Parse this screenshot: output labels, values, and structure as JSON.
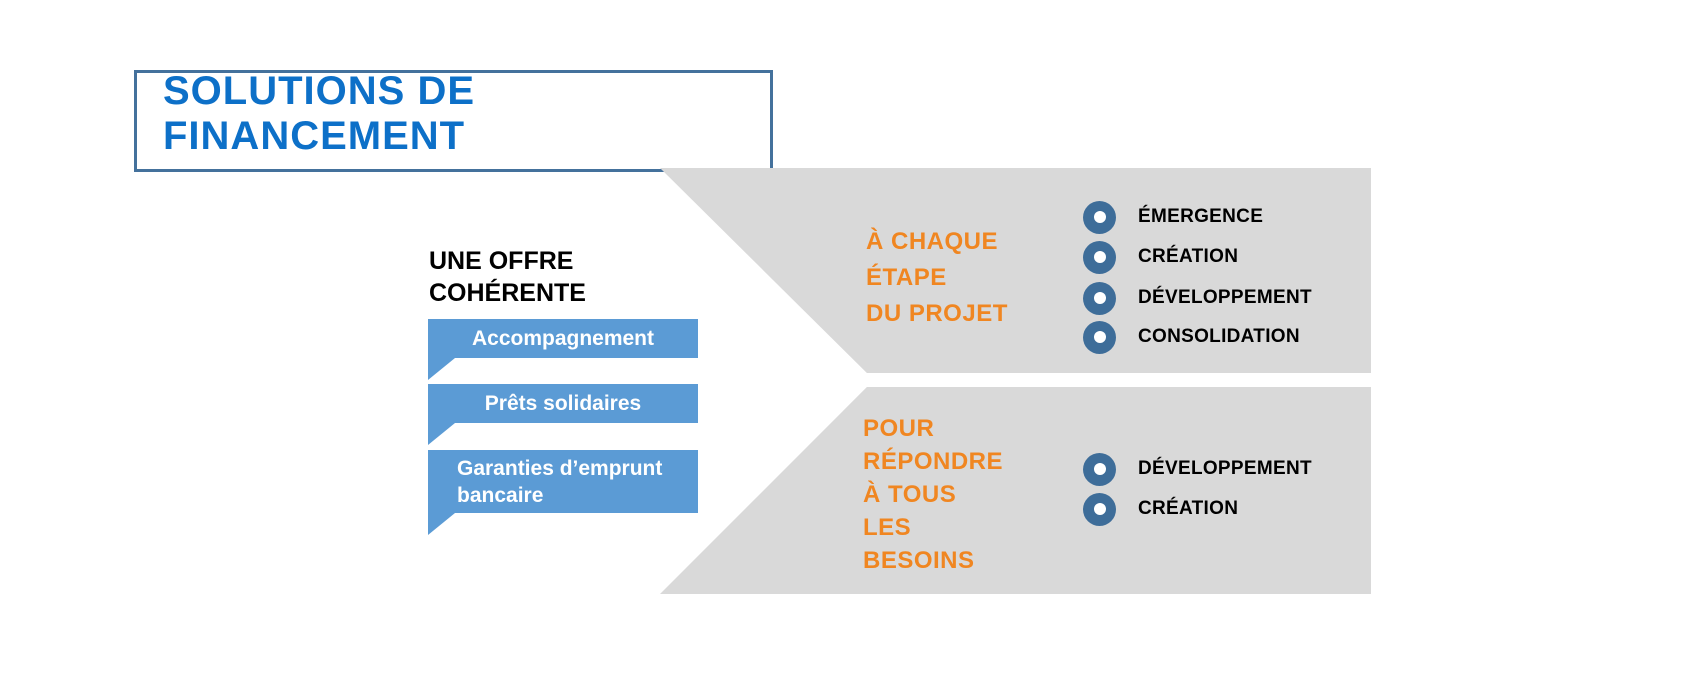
{
  "slide": {
    "background": "#FFFFFF"
  },
  "title": {
    "label": "SOLUTIONS DE FINANCEMENT",
    "text_color": "#0D70C8",
    "border_color": "#44719C"
  },
  "offer": {
    "heading_lines": [
      "UNE OFFRE",
      "COHÉRENTE"
    ],
    "ribbon_color": "#5B9BD5",
    "ribbon_text_color": "#FFFFFF",
    "items": [
      {
        "label": "Accompagnement"
      },
      {
        "label": "Prêts solidaires"
      },
      {
        "label_lines": [
          "Garanties d’emprunt",
          "bancaire"
        ]
      }
    ]
  },
  "stages_panel": {
    "heading_lines": [
      "À CHAQUE",
      "ÉTAPE",
      "DU PROJET"
    ],
    "heading_color": "#F08621",
    "background": "#D9D9D9",
    "bullet_color": "#3E6D99",
    "items": [
      {
        "label": "ÉMERGENCE"
      },
      {
        "label": "CRÉATION"
      },
      {
        "label": "DÉVELOPPEMENT"
      },
      {
        "label": "CONSOLIDATION"
      }
    ]
  },
  "needs_panel": {
    "heading_lines": [
      "POUR",
      "RÉPONDRE",
      "À TOUS",
      "LES",
      "BESOINS"
    ],
    "heading_color": "#F08621",
    "background": "#D9D9D9",
    "bullet_color": "#3E6D99",
    "items": [
      {
        "label": "DÉVELOPPEMENT"
      },
      {
        "label": "CRÉATION"
      }
    ]
  }
}
